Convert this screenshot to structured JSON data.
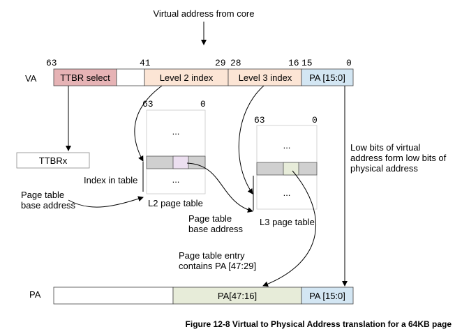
{
  "title": "Virtual address from core",
  "va": {
    "row_label": "VA",
    "bits": [
      "63",
      "41",
      "29",
      "28",
      "16",
      "15",
      "0"
    ],
    "fields": {
      "ttbr_select": "TTBR select",
      "level2": "Level 2 index",
      "level3": "Level 3 index",
      "pa_low": "PA [15:0]"
    }
  },
  "ttbrx": "TTBRx",
  "l2_table": {
    "bits": [
      "63",
      "0"
    ],
    "dots_top": "...",
    "dots_bottom": "...",
    "name": "L2 page table"
  },
  "l3_table": {
    "bits": [
      "63",
      "0"
    ],
    "dots_top": "...",
    "dots_bottom": "...",
    "name": "L3 page table"
  },
  "notes": {
    "index_in_table": "Index in table",
    "pt_base_1": [
      "Page table",
      "base address"
    ],
    "pt_base_2": [
      "Page table",
      "base address"
    ],
    "pte_contains": [
      "Page table entry",
      "contains PA [47:29]"
    ],
    "low_bits": [
      "Low bits of virtual",
      "address form low bits of",
      "physical address"
    ]
  },
  "pa": {
    "row_label": "PA",
    "fields": {
      "high": "PA[47:16]",
      "low": "PA [15:0]"
    }
  },
  "caption": "Figure 12-8 Virtual to Physical Address translation for a 64KB page",
  "colors": {
    "ttbr_select": "#e6b3b5",
    "level2": "#fce5d5",
    "level3": "#fce5d5",
    "pa_low": "#d3e6f3",
    "pa_high": "#e7ecd9",
    "entry_gray": "#d0d0d0",
    "entry_l2_idx": "#ecdff0",
    "entry_l3_idx": "#e7ecd9"
  }
}
